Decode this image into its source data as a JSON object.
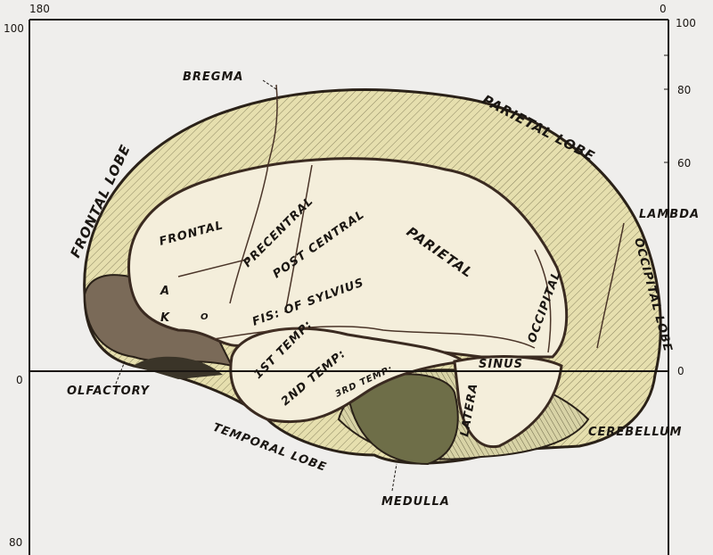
{
  "axes": {
    "top_left": "180",
    "top_right": "0",
    "left_ticks": [
      "100",
      "0",
      "80"
    ],
    "right_ticks": [
      "100",
      "80",
      "60",
      "0"
    ]
  },
  "labels": {
    "bregma": "BREGMA",
    "parietal_lobe": "PARIETAL LOBE",
    "frontal_lobe": "FRONTAL LOBE",
    "lambda": "LAMBDA",
    "occipital_lobe": "OCCIPITAL LOBE",
    "frontal": "FRONTAL",
    "precentral": "PRECENTRAL",
    "post_central": "POST CENTRAL",
    "parietal": "PARIETAL",
    "fis_sylvius": "FIS: OF SYLVIUS",
    "occipital": "OCCIPITAL",
    "temp1": "1ST TEMP:",
    "temp2": "2ND TEMP:",
    "temp3": "3RD TEMP:",
    "sinus": "SINUS",
    "lateral": "LATERA",
    "olfactory": "OLFACTORY",
    "temporal_lobe": "TEMPORAL LOBE",
    "medulla": "MEDULLA",
    "cerebellum": "CEREBELLUM",
    "a": "A",
    "k": "K",
    "o": "O"
  },
  "colors": {
    "skull": "#e6dfae",
    "brain": "#f4eedb",
    "cerebellum": "#6e6e48",
    "ink": "#1a1612"
  }
}
